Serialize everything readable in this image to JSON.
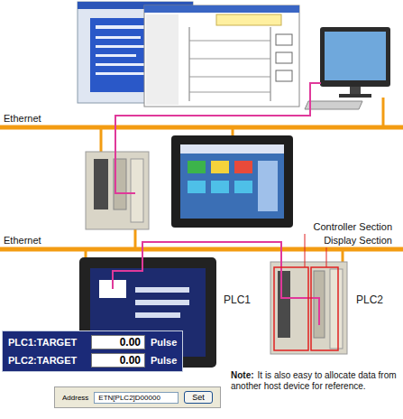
{
  "diagram": {
    "nodes": [
      {
        "text": [
          "PLC1"
        ]
      },
      {
        "text": [
          "PLC2"
        ]
      },
      {
        "text": [
          "PLC1:TARGET",
          "0.00",
          "Pulse",
          "PLC2:TARGET",
          "0.00",
          "Pulse"
        ]
      },
      {
        "text": [
          "Address",
          "ETN[PLC2]D00000",
          "Set"
        ]
      }
    ],
    "edges": [
      {
        "from": 0,
        "to": 1,
        "arrow": "none"
      }
    ],
    "labels": [
      "Ethernet",
      "Ethernet",
      "Controller Section",
      "Display Section",
      "Note:",
      "It is also easy to allocate data from another host device for reference."
    ]
  }
}
